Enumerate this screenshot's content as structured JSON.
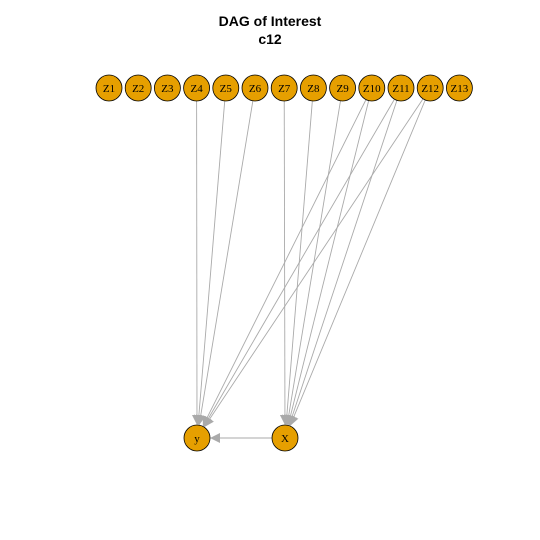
{
  "title": "DAG of Interest",
  "subtitle": "c12",
  "colors": {
    "node_fill": "#E69F00",
    "node_stroke": "#000000",
    "edge": "#aaaaaa"
  },
  "nodes": [
    {
      "id": "Z1",
      "label": "Z1"
    },
    {
      "id": "Z2",
      "label": "Z2"
    },
    {
      "id": "Z3",
      "label": "Z3"
    },
    {
      "id": "Z4",
      "label": "Z4"
    },
    {
      "id": "Z5",
      "label": "Z5"
    },
    {
      "id": "Z6",
      "label": "Z6"
    },
    {
      "id": "Z7",
      "label": "Z7"
    },
    {
      "id": "Z8",
      "label": "Z8"
    },
    {
      "id": "Z9",
      "label": "Z9"
    },
    {
      "id": "Z10",
      "label": "Z10"
    },
    {
      "id": "Z11",
      "label": "Z11"
    },
    {
      "id": "Z12",
      "label": "Z12"
    },
    {
      "id": "Z13",
      "label": "Z13"
    },
    {
      "id": "y",
      "label": "y"
    },
    {
      "id": "X",
      "label": "X"
    }
  ],
  "edges": [
    {
      "from": "Z4",
      "to": "y"
    },
    {
      "from": "Z5",
      "to": "y"
    },
    {
      "from": "Z6",
      "to": "y"
    },
    {
      "from": "Z10",
      "to": "y"
    },
    {
      "from": "Z11",
      "to": "y"
    },
    {
      "from": "Z12",
      "to": "y"
    },
    {
      "from": "Z7",
      "to": "X"
    },
    {
      "from": "Z8",
      "to": "X"
    },
    {
      "from": "Z9",
      "to": "X"
    },
    {
      "from": "Z10",
      "to": "X"
    },
    {
      "from": "Z11",
      "to": "X"
    },
    {
      "from": "Z12",
      "to": "X"
    },
    {
      "from": "X",
      "to": "y"
    }
  ]
}
